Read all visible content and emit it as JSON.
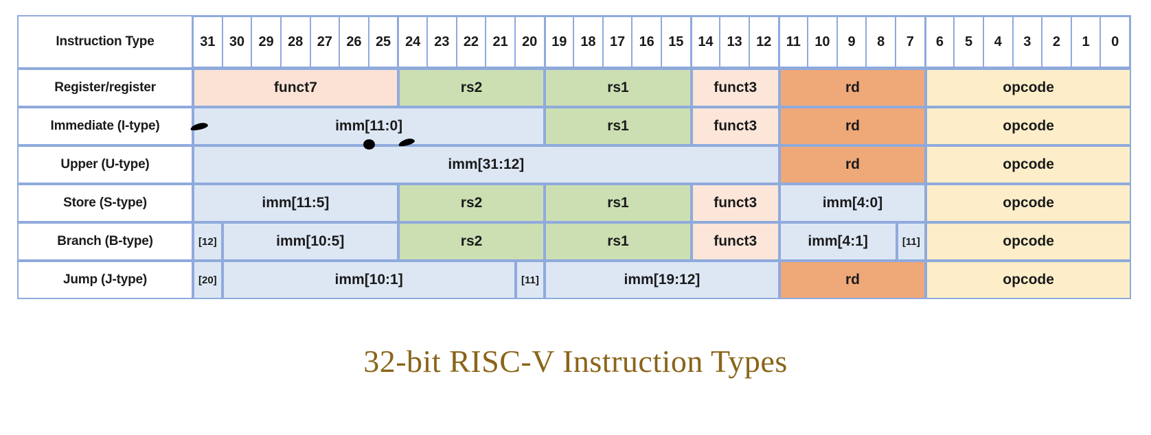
{
  "caption": "32-bit RISC-V Instruction Types",
  "table": {
    "header_label": "Instruction Type",
    "bits": [
      "31",
      "30",
      "29",
      "28",
      "27",
      "26",
      "25",
      "24",
      "23",
      "22",
      "21",
      "20",
      "19",
      "18",
      "17",
      "16",
      "15",
      "14",
      "13",
      "12",
      "11",
      "10",
      "9",
      "8",
      "7",
      "6",
      "5",
      "4",
      "3",
      "2",
      "1",
      "0"
    ],
    "bit_group_starts": [
      31,
      24,
      19,
      14,
      11,
      6
    ],
    "rows": [
      {
        "label": "Register/register",
        "fields": [
          {
            "text": "funct7",
            "bits": 7,
            "color": "funct7"
          },
          {
            "text": "rs2",
            "bits": 5,
            "color": "rs"
          },
          {
            "text": "rs1",
            "bits": 5,
            "color": "rs"
          },
          {
            "text": "funct3",
            "bits": 3,
            "color": "funct3"
          },
          {
            "text": "rd",
            "bits": 5,
            "color": "rd"
          },
          {
            "text": "opcode",
            "bits": 7,
            "color": "opcode"
          }
        ]
      },
      {
        "label": "Immediate (I-type)",
        "fields": [
          {
            "text": "imm[11:0]",
            "bits": 12,
            "color": "imm"
          },
          {
            "text": "rs1",
            "bits": 5,
            "color": "rs"
          },
          {
            "text": "funct3",
            "bits": 3,
            "color": "funct3"
          },
          {
            "text": "rd",
            "bits": 5,
            "color": "rd"
          },
          {
            "text": "opcode",
            "bits": 7,
            "color": "opcode"
          }
        ]
      },
      {
        "label": "Upper (U-type)",
        "fields": [
          {
            "text": "imm[31:12]",
            "bits": 20,
            "color": "imm"
          },
          {
            "text": "rd",
            "bits": 5,
            "color": "rd"
          },
          {
            "text": "opcode",
            "bits": 7,
            "color": "opcode"
          }
        ]
      },
      {
        "label": "Store (S-type)",
        "fields": [
          {
            "text": "imm[11:5]",
            "bits": 7,
            "color": "imm"
          },
          {
            "text": "rs2",
            "bits": 5,
            "color": "rs"
          },
          {
            "text": "rs1",
            "bits": 5,
            "color": "rs"
          },
          {
            "text": "funct3",
            "bits": 3,
            "color": "funct3"
          },
          {
            "text": "imm[4:0]",
            "bits": 5,
            "color": "imm"
          },
          {
            "text": "opcode",
            "bits": 7,
            "color": "opcode"
          }
        ]
      },
      {
        "label": "Branch (B-type)",
        "fields": [
          {
            "text": "[12]",
            "bits": 1,
            "color": "imm",
            "small": true
          },
          {
            "text": "imm[10:5]",
            "bits": 6,
            "color": "imm"
          },
          {
            "text": "rs2",
            "bits": 5,
            "color": "rs"
          },
          {
            "text": "rs1",
            "bits": 5,
            "color": "rs"
          },
          {
            "text": "funct3",
            "bits": 3,
            "color": "funct3"
          },
          {
            "text": "imm[4:1]",
            "bits": 4,
            "color": "imm"
          },
          {
            "text": "[11]",
            "bits": 1,
            "color": "imm",
            "small": true
          },
          {
            "text": "opcode",
            "bits": 7,
            "color": "opcode"
          }
        ]
      },
      {
        "label": "Jump (J-type)",
        "fields": [
          {
            "text": "[20]",
            "bits": 1,
            "color": "imm",
            "small": true
          },
          {
            "text": "imm[10:1]",
            "bits": 10,
            "color": "imm"
          },
          {
            "text": "[11]",
            "bits": 1,
            "color": "imm",
            "small": true
          },
          {
            "text": "imm[19:12]",
            "bits": 8,
            "color": "imm"
          },
          {
            "text": "rd",
            "bits": 5,
            "color": "rd"
          },
          {
            "text": "opcode",
            "bits": 7,
            "color": "opcode"
          }
        ]
      }
    ]
  },
  "colors": {
    "border": "#8faadc",
    "funct7": "#fbe2d5",
    "rs": "#ccdfb3",
    "funct3": "#fce6da",
    "rd": "#efa878",
    "opcode": "#fdeec9",
    "imm": "#dde7f4",
    "caption_text": "#8a6418"
  },
  "annotations": [
    {
      "name": "ink-stroke-upper-left"
    },
    {
      "name": "ink-dot"
    },
    {
      "name": "ink-stroke-right"
    }
  ]
}
